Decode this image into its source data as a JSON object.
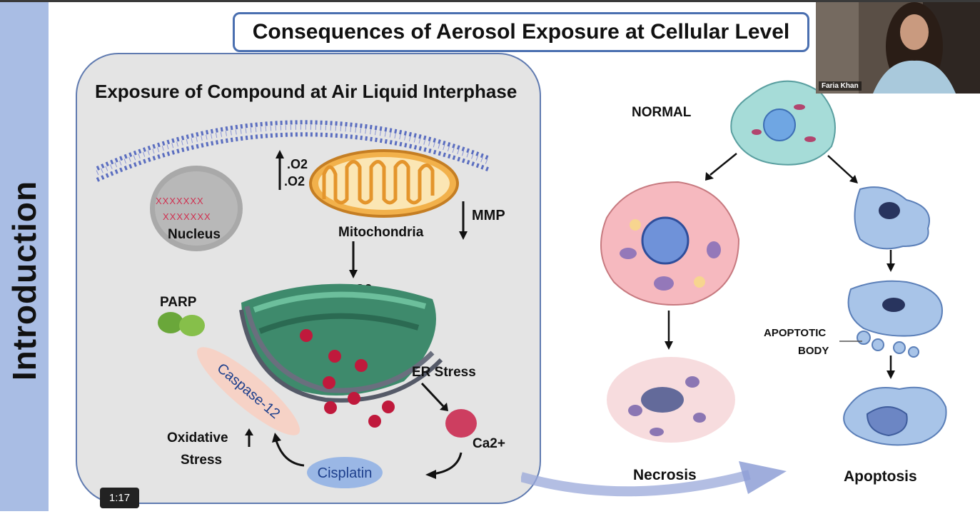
{
  "sidebar": {
    "label": "Introduction"
  },
  "slide": {
    "title": "Consequences of Aerosol Exposure at Cellular Level",
    "panel_heading": "Exposure of Compound at Air Liquid Interphase",
    "labels": {
      "nucleus": "Nucleus",
      "o2_top": ".O2",
      "o2_bottom": ".O2",
      "mmp": "MMP",
      "mitochondria": "Mitochondria",
      "h2o2": "H2O2",
      "parp": "PARP",
      "caspase": "Caspase-12",
      "er_stress": "ER Stress",
      "oxidative_stress_1": "Oxidative",
      "oxidative_stress_2": "Stress",
      "ca": "Ca2+",
      "cisplatin": "Cisplatin"
    },
    "cells": {
      "normal": "NORMAL",
      "necrosis": "Necrosis",
      "apoptosis": "Apoptosis",
      "apoptotic_body_1": "APOPTOTIC",
      "apoptotic_body_2": "BODY"
    }
  },
  "video": {
    "presenter_name": "Faria Khan",
    "timestamp": "1:17"
  },
  "colors": {
    "accent": "#4a6fb0",
    "sidebar": "#a9bde4",
    "panel": "#e4e4e4"
  }
}
